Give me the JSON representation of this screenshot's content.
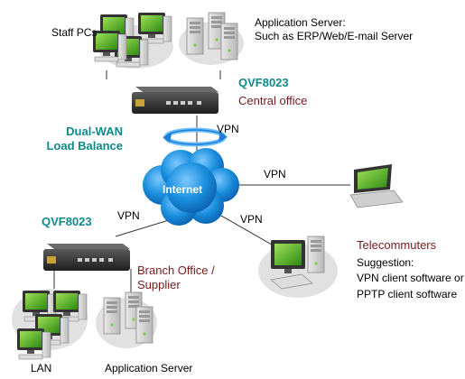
{
  "labels": {
    "staff_pcs": "Staff PCs",
    "app_server_top_line1": "Application Server:",
    "app_server_top_line2": "Such as ERP/Web/E-mail Server",
    "qvf_top_model": "QVF8023",
    "qvf_top_site": "Central office",
    "dual_wan_line1": "Dual-WAN",
    "dual_wan_line2": "Load Balance",
    "vpn_top": "VPN",
    "vpn_right": "VPN",
    "vpn_left": "VPN",
    "vpn_lower": "VPN",
    "internet": "Internet",
    "qvf_branch_model": "QVF8023",
    "branch_line1": "Branch Office /",
    "branch_line2": "Supplier",
    "telecommuters": "Telecommuters",
    "suggestion": "Suggestion:",
    "vpn_client": "VPN client software or",
    "pptp_client": "PPTP client software",
    "lan": "LAN",
    "app_server_bottom": "Application Server"
  },
  "icons": {
    "computer_screen": "green-monitor",
    "server": "tower-server",
    "router": "vpn-router",
    "cloud": "internet-cloud",
    "laptop": "laptop"
  },
  "colors": {
    "teal": "#0f8a8a",
    "maroon": "#7a1a1a",
    "cloud": "#1a8fdd",
    "screen_green": "#4fb81f"
  }
}
